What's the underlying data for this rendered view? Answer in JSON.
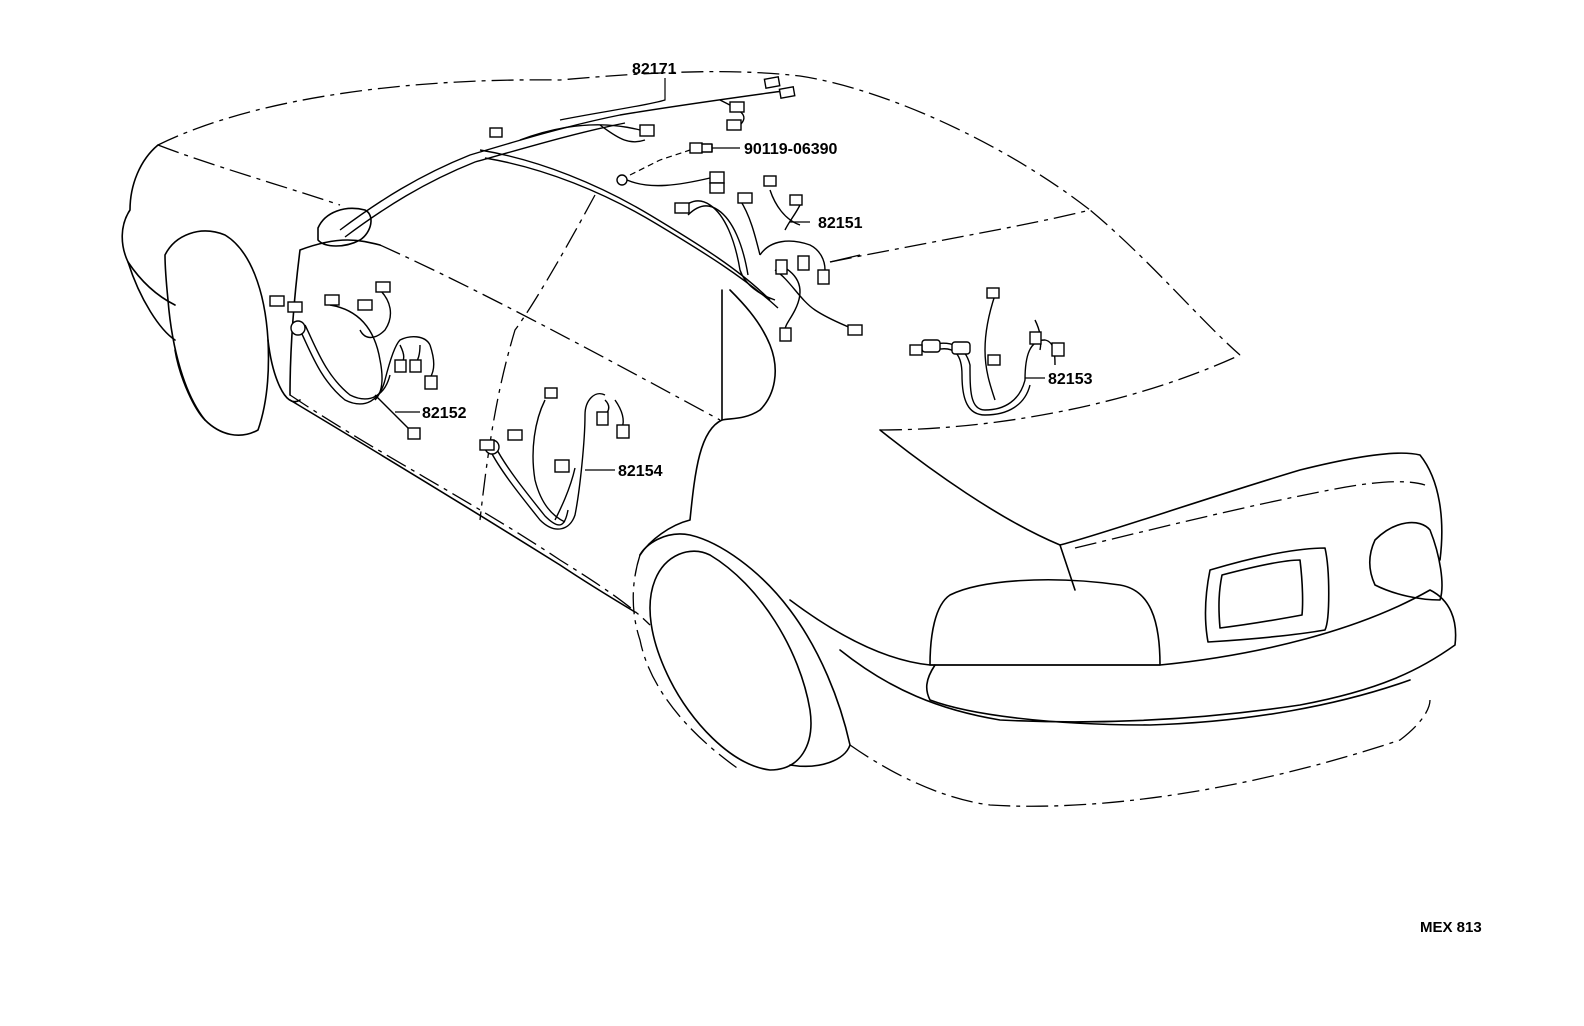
{
  "diagram": {
    "part_labels": {
      "roof_harness": "82171",
      "bolt": "90119-06390",
      "rear_harness_a": "82151",
      "front_door_harness": "82152",
      "rear_deck_harness": "82153",
      "rear_door_harness": "82154"
    },
    "catalog_code": "MEX 813"
  }
}
